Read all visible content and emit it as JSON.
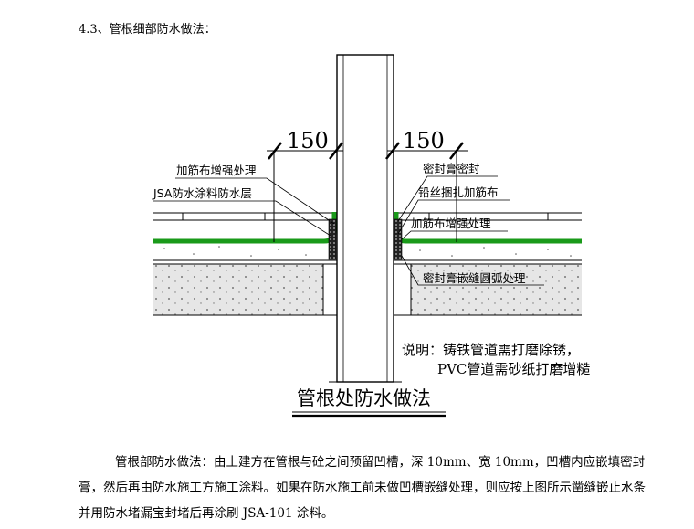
{
  "section": {
    "heading": "4.3、管根细部防水做法："
  },
  "figure": {
    "dimension_left": "150",
    "dimension_right": "150",
    "labels": {
      "reinforce_cloth_left": "加筋布增强处理",
      "jsa_coating": "JSA防水涂料防水层",
      "sealant_seal": "密封膏密封",
      "wire_binding": "铅丝捆扎加筋布",
      "reinforce_cloth_right": "加筋布增强处理",
      "sealant_groove": "密封膏嵌缝圆弧处理"
    },
    "note_line1": "说明：铸铁管道需打磨除锈，",
    "note_line2": "PVC管道需砂纸打磨增糙",
    "caption": "管根处防水做法",
    "colors": {
      "membrane": "#1a9a1a",
      "concrete": "#e6e6e6"
    }
  },
  "paragraph": {
    "text": "管根部防水做法：由土建方在管根与砼之间预留凹槽，深 10mm、宽 10mm，凹槽内应嵌填密封膏，然后再由防水施工方施工涂料。如果在防水施工前未做凹槽嵌缝处理，则应按上图所示凿缝嵌止水条并用防水堵漏宝封堵后再涂刷 JSA-101 涂料。"
  }
}
